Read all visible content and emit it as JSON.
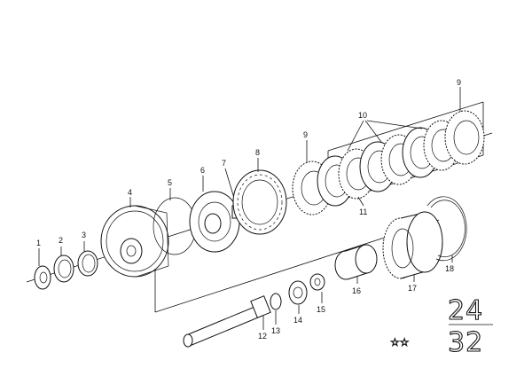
{
  "callouts": {
    "c1": "1",
    "c2": "2",
    "c3": "3",
    "c4": "4",
    "c5": "5",
    "c6": "6",
    "c7": "7",
    "c8": "8",
    "c9a": "9",
    "c9b": "9",
    "c10": "10",
    "c11": "11",
    "c12": "12",
    "c13": "13",
    "c14": "14",
    "c15": "15",
    "c16": "16",
    "c17": "17",
    "c18": "18"
  },
  "diagram_number": {
    "top": "24",
    "bottom": "32"
  },
  "stars": "☆☆"
}
